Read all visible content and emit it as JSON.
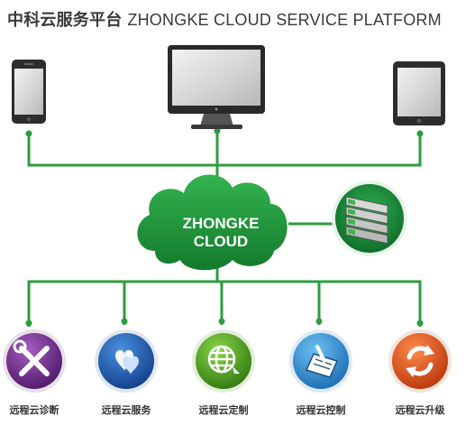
{
  "header": {
    "title_cn": "中科云服务平台",
    "title_en": "ZHONGKE CLOUD SERVICE PLATFORM"
  },
  "colors": {
    "connector": "#2e9c3f",
    "cloud": "#1f9a3a",
    "server_disc": "#1a8f3c"
  },
  "devices": [
    {
      "name": "phone",
      "icon": "smartphone-icon"
    },
    {
      "name": "desktop",
      "icon": "monitor-icon"
    },
    {
      "name": "tablet",
      "icon": "tablet-icon"
    }
  ],
  "cloud": {
    "line1": "ZHONGKE",
    "line2": "CLOUD"
  },
  "server": {
    "icon": "server-rack-icon"
  },
  "services": [
    {
      "label": "远程云诊断",
      "icon": "wrench-screwdriver-icon",
      "color": "#6b2a85"
    },
    {
      "label": "远程云服务",
      "icon": "hearts-icon",
      "color": "#1d5fb7"
    },
    {
      "label": "远程云定制",
      "icon": "globe-icon",
      "color": "#4a9d1c"
    },
    {
      "label": "远程云控制",
      "icon": "hand-control-icon",
      "color": "#2f8fd6"
    },
    {
      "label": "远程云升级",
      "icon": "refresh-icon",
      "color": "#e2521c"
    }
  ]
}
